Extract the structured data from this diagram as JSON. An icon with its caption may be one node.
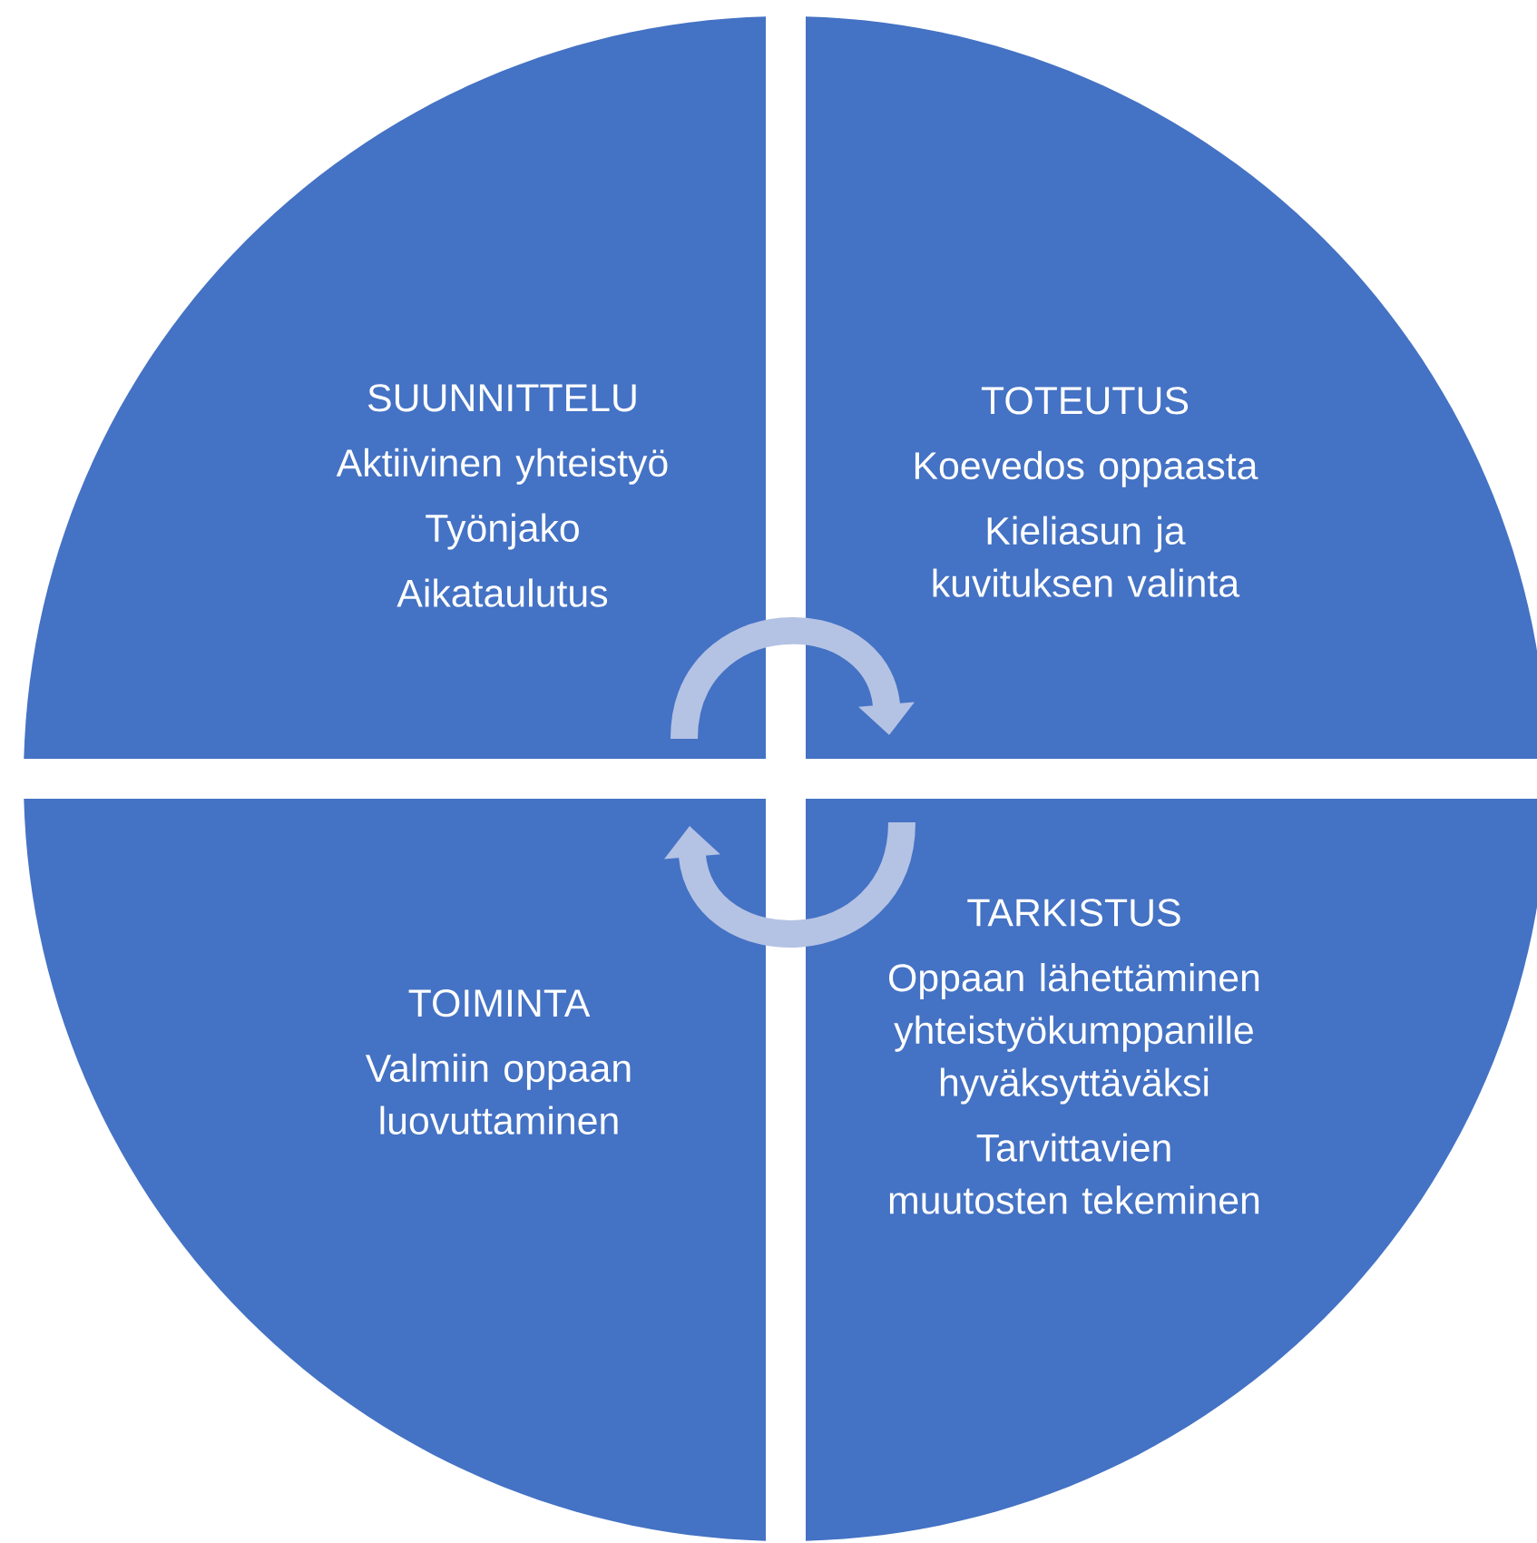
{
  "diagram": {
    "nodes": [
      {
        "text": [
          "SUUNNITTELU",
          "Aktiivinen yhteistyö",
          "Työnjako",
          "Aikataulutus"
        ]
      },
      {
        "text": [
          "TOTEUTUS",
          "Koevedos oppaasta",
          "Kieliasun ja kuvituksen valinta"
        ]
      },
      {
        "text": [
          "TOIMINTA",
          "Valmiin oppaan luovuttaminen"
        ]
      },
      {
        "text": [
          "TARKISTUS",
          "Oppaan lähettäminen yhteistyökumppanille hyväksyttäväksi",
          "Tarvittavien muutosten tekeminen"
        ]
      }
    ],
    "edges": [
      {
        "from": 0,
        "to": 1,
        "arrow": "to"
      },
      {
        "from": 3,
        "to": 2,
        "arrow": "to"
      }
    ]
  }
}
